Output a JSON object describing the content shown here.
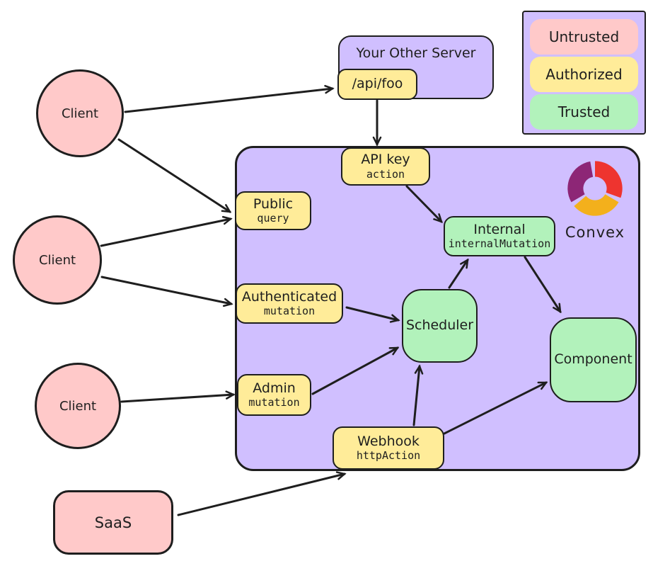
{
  "colors": {
    "untrusted_pink": "#ffc9c9",
    "authorized_yellow": "#ffec99",
    "trusted_green": "#b2f2bb",
    "convex_purple": "#d0bfff",
    "stroke": "#1e1e1e",
    "logo_purple": "#8d2676",
    "logo_red": "#ee342f",
    "logo_yellow": "#f3b01c"
  },
  "legend": {
    "items": [
      {
        "label": "Untrusted"
      },
      {
        "label": "Authorized"
      },
      {
        "label": "Trusted"
      }
    ]
  },
  "external": {
    "client_top": {
      "label": "Client"
    },
    "client_middle": {
      "label": "Client"
    },
    "client_bottom": {
      "label": "Client"
    },
    "saas": {
      "label": "SaaS"
    },
    "other_server": {
      "title": "Your Other Server",
      "endpoint": {
        "label": "/api/foo"
      }
    }
  },
  "convex": {
    "brand": "Convex",
    "nodes": {
      "api_key": {
        "title": "API key",
        "code": "action"
      },
      "public": {
        "title": "Public",
        "code": "query"
      },
      "authenticated": {
        "title": "Authenticated",
        "code": "mutation"
      },
      "admin": {
        "title": "Admin",
        "code": "mutation"
      },
      "webhook": {
        "title": "Webhook",
        "code": "httpAction"
      },
      "internal": {
        "title": "Internal",
        "code": "internalMutation"
      },
      "scheduler": {
        "title": "Scheduler"
      },
      "component": {
        "title": "Component"
      }
    }
  },
  "edges": [
    {
      "from": "client-top",
      "to": "api-foo-endpoint"
    },
    {
      "from": "client-top",
      "to": "public-query"
    },
    {
      "from": "client-middle",
      "to": "public-query"
    },
    {
      "from": "client-middle",
      "to": "authenticated-mutation"
    },
    {
      "from": "client-bottom",
      "to": "admin-mutation"
    },
    {
      "from": "saas",
      "to": "webhook-httpaction"
    },
    {
      "from": "api-foo-endpoint",
      "to": "api-key-action"
    },
    {
      "from": "api-key-action",
      "to": "internal-mutation"
    },
    {
      "from": "authenticated-mutation",
      "to": "scheduler"
    },
    {
      "from": "admin-mutation",
      "to": "scheduler"
    },
    {
      "from": "webhook-httpaction",
      "to": "scheduler"
    },
    {
      "from": "scheduler",
      "to": "internal-mutation"
    },
    {
      "from": "internal-mutation",
      "to": "component"
    },
    {
      "from": "webhook-httpaction",
      "to": "component"
    }
  ]
}
